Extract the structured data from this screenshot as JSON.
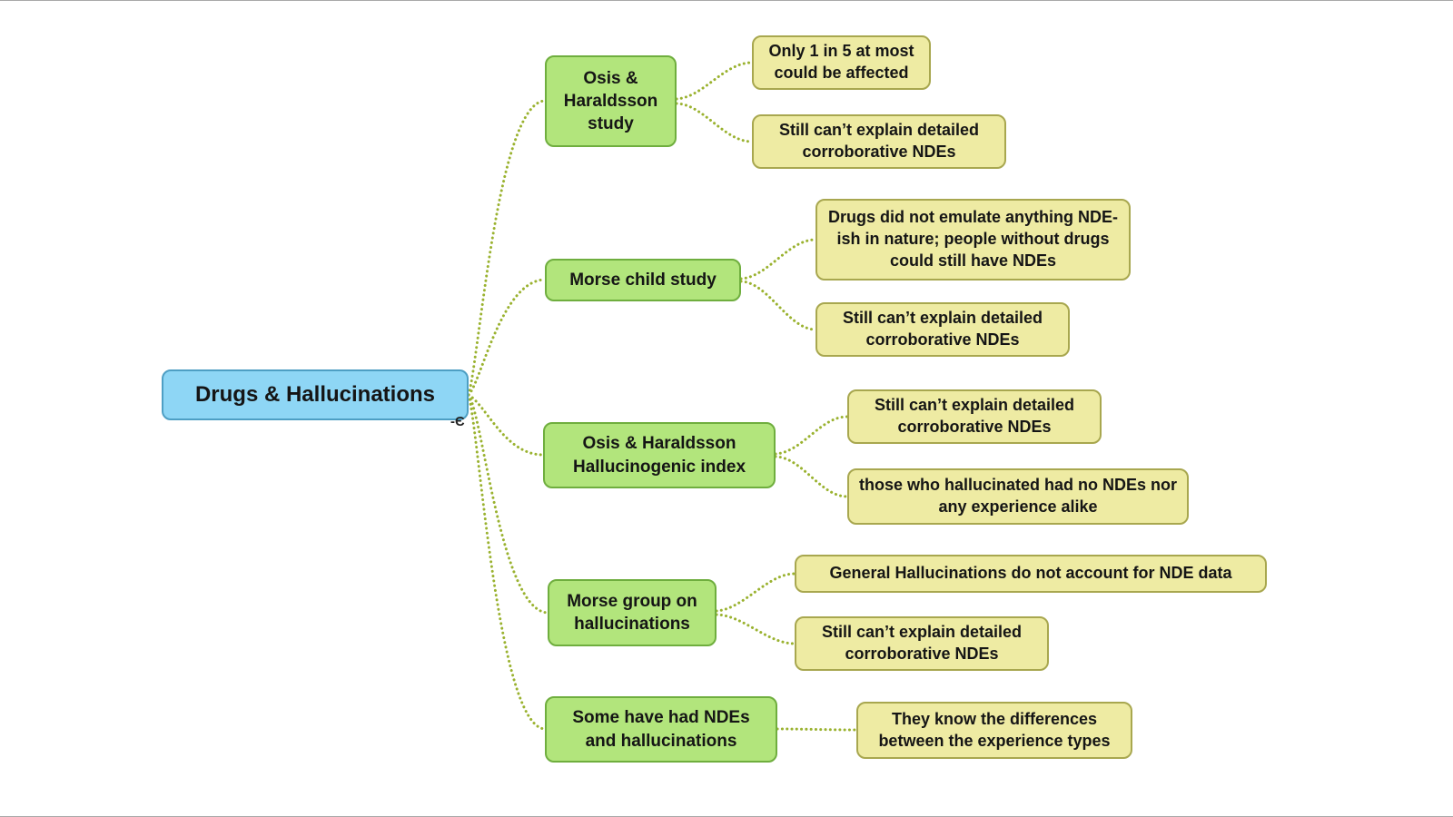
{
  "colors": {
    "root_fill": "#8ed6f5",
    "root_border": "#4e9fc4",
    "branch_fill": "#b2e57c",
    "branch_border": "#6fae3e",
    "leaf_fill": "#eeeba3",
    "leaf_border": "#a8a74f",
    "edge": "#9ab22f"
  },
  "root": {
    "label": "Drugs & Hallucinations"
  },
  "collapse_marker": "-Є",
  "branches": [
    {
      "label": "Osis & Haraldsson study",
      "children": [
        {
          "label": "Only 1 in 5 at most could be affected"
        },
        {
          "label": "Still can’t explain detailed corroborative NDEs"
        }
      ]
    },
    {
      "label": "Morse child study",
      "children": [
        {
          "label": "Drugs did not emulate anything NDE-ish in nature; people without drugs could still have NDEs"
        },
        {
          "label": "Still can’t explain detailed corroborative NDEs"
        }
      ]
    },
    {
      "label": "Osis & Haraldsson Hallucinogenic index",
      "children": [
        {
          "label": "Still can’t explain detailed corroborative NDEs"
        },
        {
          "label": "those who hallucinated had no NDEs nor any experience alike"
        }
      ]
    },
    {
      "label": "Morse group on hallucinations",
      "children": [
        {
          "label": "General Hallucinations do not account for NDE data"
        },
        {
          "label": "Still can’t explain detailed corroborative NDEs"
        }
      ]
    },
    {
      "label": "Some have had NDEs and hallucinations",
      "children": [
        {
          "label": "They know the differences between the experience types"
        }
      ]
    }
  ]
}
